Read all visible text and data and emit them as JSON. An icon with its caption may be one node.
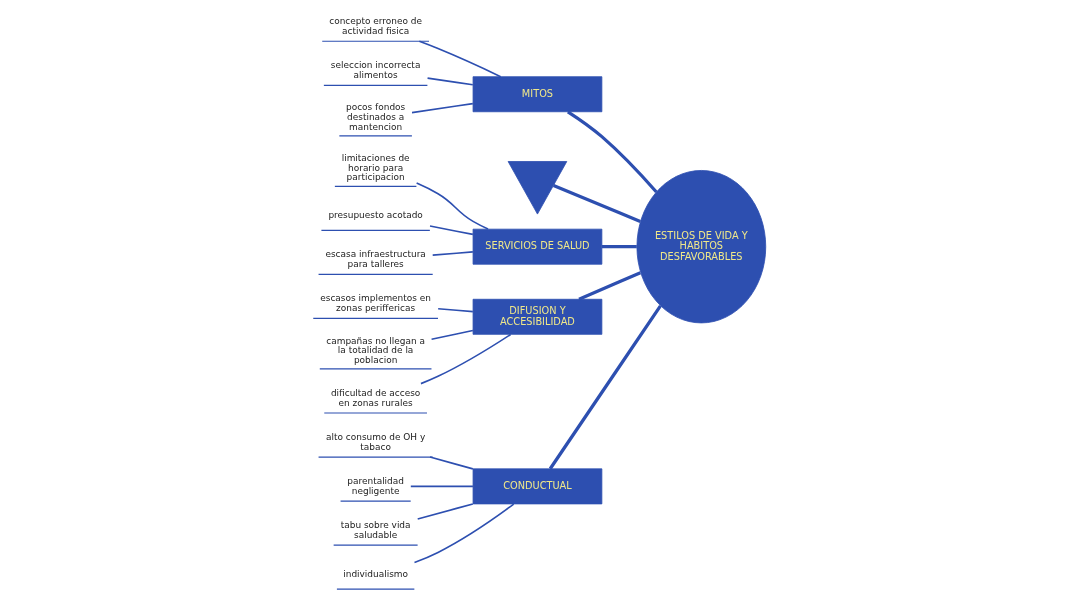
{
  "diagram": {
    "nodes": [
      {
        "text": [
          "CONDUCTUAL"
        ]
      },
      {
        "text": [
          "MITOS"
        ]
      },
      {
        "text": [],
        "shape": "picture"
      },
      {
        "text": [
          "ESTILOS DE VIDA Y HABITOS DESFAVORABLES"
        ]
      },
      {
        "text": [
          "SERVICIOS DE SALUD"
        ]
      },
      {
        "text": [
          "DIFUSION Y ACCESIBILIDAD"
        ]
      },
      {
        "text": [
          "alto consumo de OH y tabaco"
        ]
      },
      {
        "text": [
          "parentalidad negligente"
        ]
      },
      {
        "text": [
          "tabu sobre vida saludable"
        ]
      },
      {
        "text": [
          "individualismo"
        ]
      },
      {
        "text": [
          "concepto erroneo de actividad fisica"
        ]
      },
      {
        "text": [
          "seleccion incorrecta alimentos"
        ]
      },
      {
        "text": [
          "pocos fondos destinados a mantencion"
        ]
      },
      {
        "text": [
          "limitaciones de horario para participacion"
        ]
      },
      {
        "text": [
          "presupuesto acotado"
        ]
      },
      {
        "text": [
          "escasa infraestructura para talleres"
        ]
      },
      {
        "text": [
          "escasos implementos en zonas periffericas"
        ]
      },
      {
        "text": [
          "campañas no llegan a la totalidad de la poblacion"
        ]
      },
      {
        "text": [
          "dificultad de acceso en zonas rurales"
        ]
      }
    ],
    "edges": [
      {
        "from": 2,
        "to": 3,
        "arrow": "none",
        "style": "thick"
      },
      {
        "from": 0,
        "to": 3,
        "arrow": "none",
        "style": "thick"
      },
      {
        "from": 1,
        "to": 3,
        "arrow": "none",
        "style": "thick"
      },
      {
        "from": 4,
        "to": 3,
        "arrow": "none",
        "style": "thick"
      },
      {
        "from": 5,
        "to": 3,
        "arrow": "none",
        "style": "thick"
      },
      {
        "from": 6,
        "to": 0,
        "arrow": "none"
      },
      {
        "from": 7,
        "to": 0,
        "arrow": "none"
      },
      {
        "from": 8,
        "to": 0,
        "arrow": "none"
      },
      {
        "from": 9,
        "to": 0,
        "arrow": "none"
      },
      {
        "from": 10,
        "to": 1,
        "arrow": "none"
      },
      {
        "from": 11,
        "to": 1,
        "arrow": "none"
      },
      {
        "from": 12,
        "to": 1,
        "arrow": "none"
      },
      {
        "from": 13,
        "to": 4,
        "arrow": "none"
      },
      {
        "from": 14,
        "to": 4,
        "arrow": "none"
      },
      {
        "from": 15,
        "to": 4,
        "arrow": "none"
      },
      {
        "from": 16,
        "to": 5,
        "arrow": "none"
      },
      {
        "from": 17,
        "to": 5,
        "arrow": "none"
      },
      {
        "from": 18,
        "to": 5,
        "arrow": "none"
      }
    ]
  }
}
